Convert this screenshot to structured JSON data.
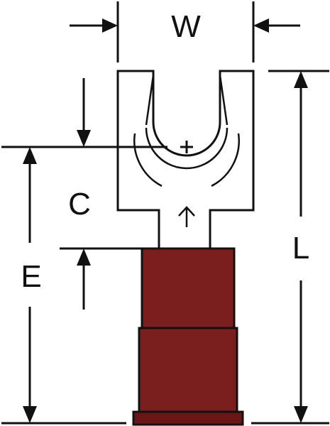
{
  "labels": {
    "width": "W",
    "length": "L",
    "centerline": "C",
    "extension": "E"
  },
  "colors": {
    "insulation": "#7a1e1e",
    "insulation_band": "#6a1616",
    "line": "#111111",
    "background": "#ffffff"
  },
  "icons": {
    "stud_center": "plus-icon",
    "flow_direction": "up-arrow-icon"
  }
}
